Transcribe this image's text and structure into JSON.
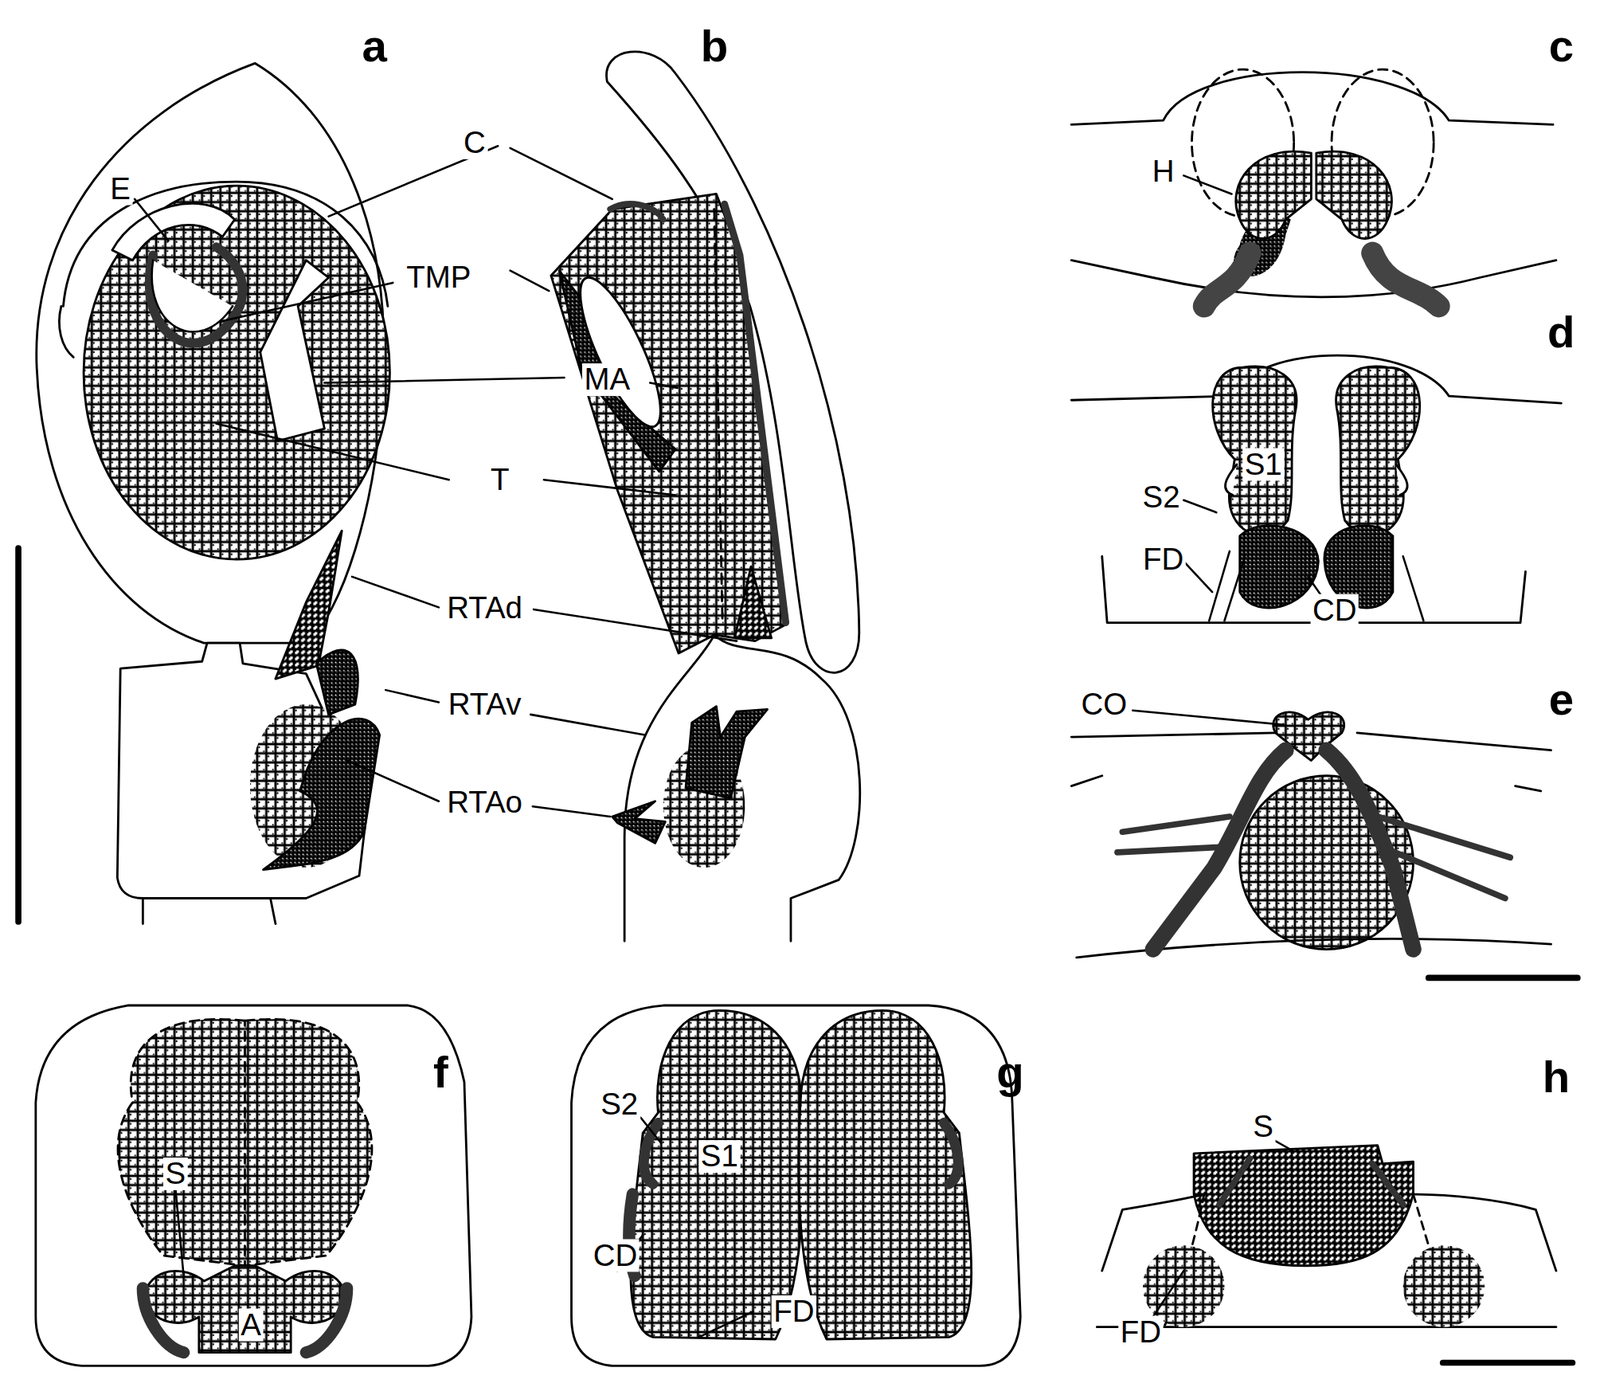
{
  "diagram": {
    "labels": [
      "a",
      "b",
      "c",
      "d",
      "e",
      "f",
      "g",
      "h",
      "C",
      "E",
      "TMP",
      "MA",
      "T",
      "RTAd",
      "RTAv",
      "RTAo",
      "H",
      "S1",
      "S2",
      "FD",
      "CD",
      "CO",
      "S",
      "A",
      "S2",
      "S1",
      "CD",
      "FD",
      "S",
      "FD"
    ]
  }
}
